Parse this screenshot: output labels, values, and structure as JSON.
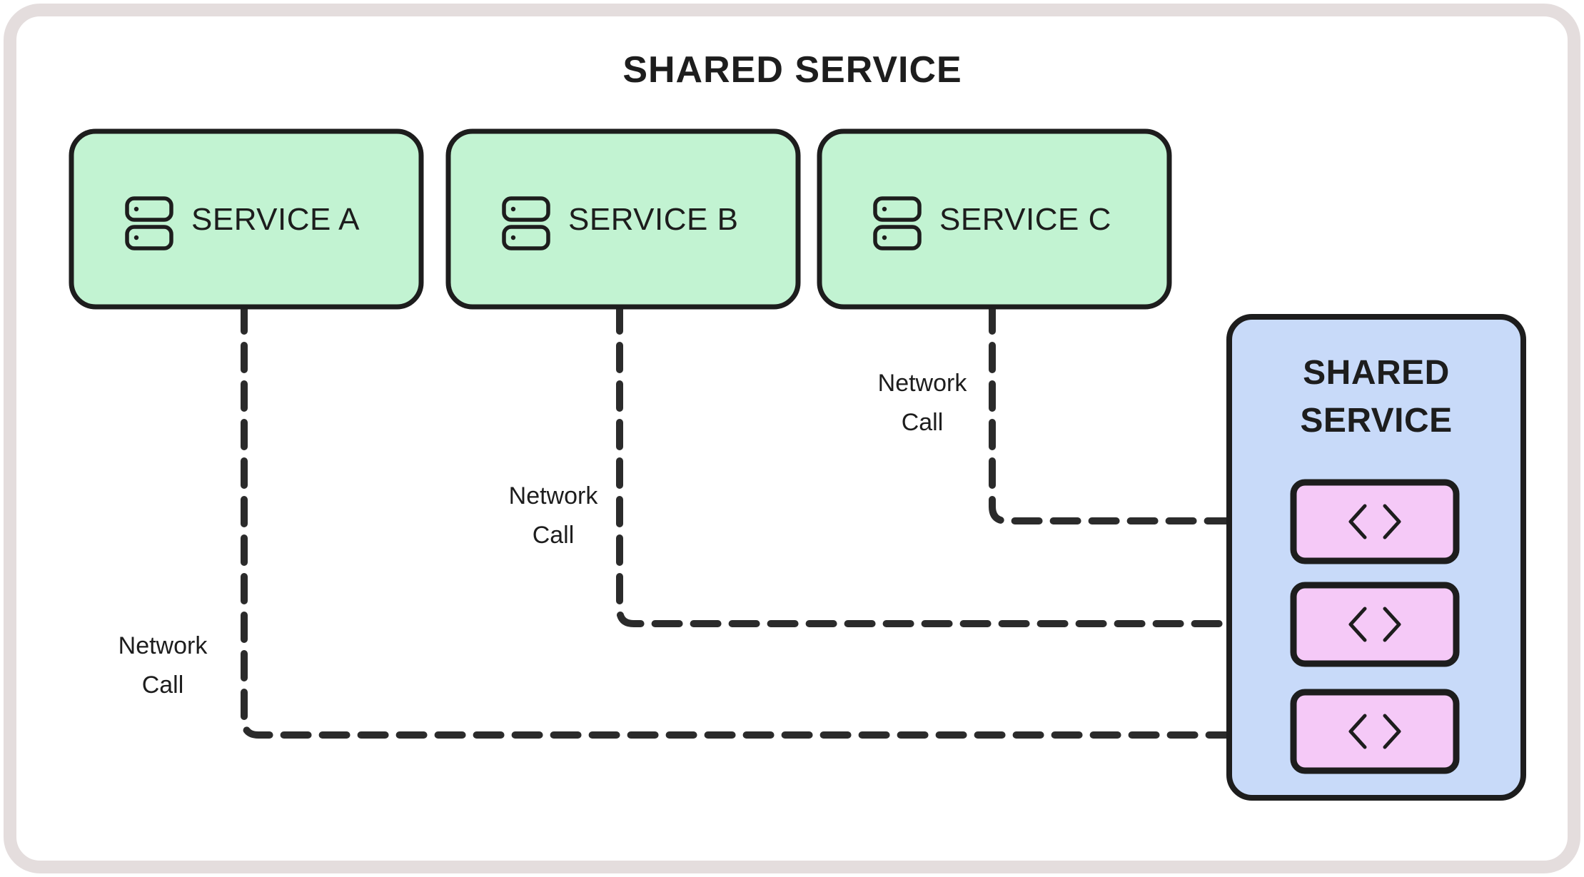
{
  "diagram": {
    "title": "SHARED SERVICE",
    "colors": {
      "frame_border": "#e4dddd",
      "background": "#ffffff",
      "service_fill": "#c2f3d2",
      "panel_fill": "#c8daf9",
      "code_fill": "#f5c9f7",
      "stroke": "#1d1d1d",
      "connector": "#2b2b2b"
    },
    "services": [
      {
        "id": "service-a",
        "label": "SERVICE A",
        "icon": "server-icon"
      },
      {
        "id": "service-b",
        "label": "SERVICE B",
        "icon": "server-icon"
      },
      {
        "id": "service-c",
        "label": "SERVICE C",
        "icon": "server-icon"
      }
    ],
    "panel": {
      "title_line1": "SHARED",
      "title_line2": "SERVICE",
      "endpoints": [
        {
          "id": "endpoint-1",
          "icon": "code-brackets-icon",
          "glyph": "< >"
        },
        {
          "id": "endpoint-2",
          "icon": "code-brackets-icon",
          "glyph": "< >"
        },
        {
          "id": "endpoint-3",
          "icon": "code-brackets-icon",
          "glyph": "< >"
        }
      ]
    },
    "connections": [
      {
        "id": "conn-a",
        "from": "service-a",
        "to": "endpoint-3",
        "label_line1": "Network",
        "label_line2": "Call",
        "style": "dashed",
        "arrow": true
      },
      {
        "id": "conn-b",
        "from": "service-b",
        "to": "endpoint-2",
        "label_line1": "Network",
        "label_line2": "Call",
        "style": "dashed",
        "arrow": true
      },
      {
        "id": "conn-c",
        "from": "service-c",
        "to": "endpoint-1",
        "label_line1": "Network",
        "label_line2": "Call",
        "style": "dashed",
        "arrow": true
      }
    ]
  }
}
